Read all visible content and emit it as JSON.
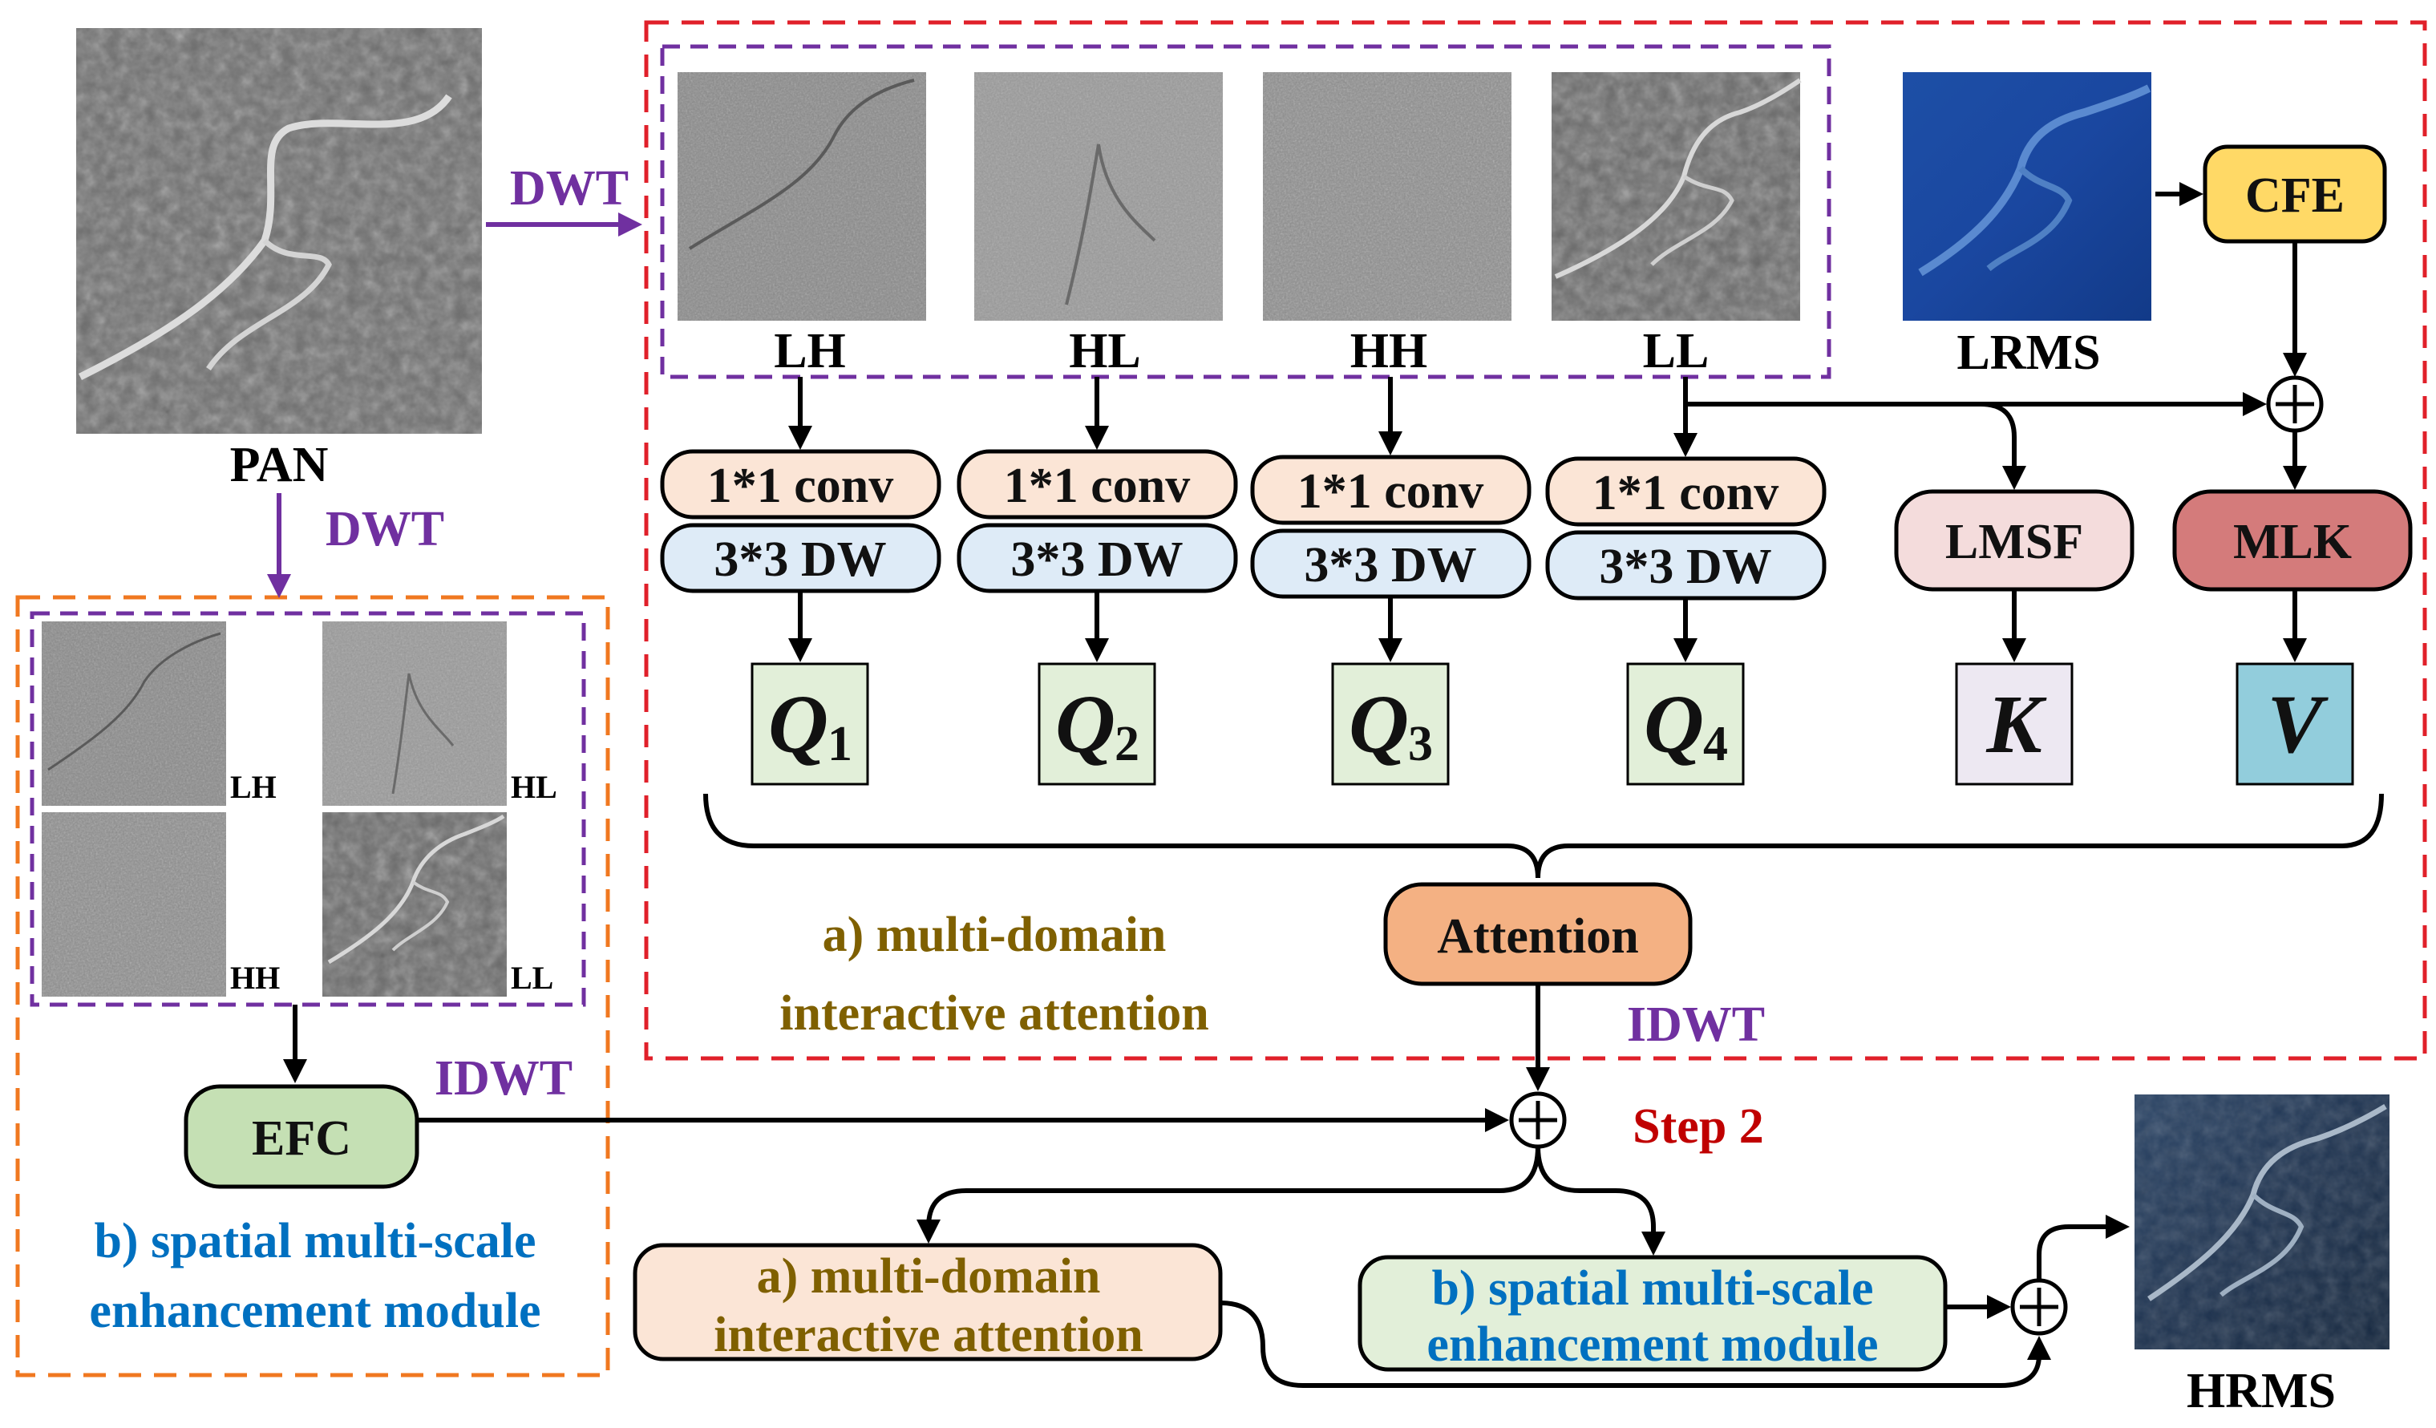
{
  "pan": {
    "label": "PAN"
  },
  "dwt": {
    "top": "DWT",
    "left": "DWT"
  },
  "subbands": [
    "LH",
    "HL",
    "HH",
    "LL"
  ],
  "lrms": {
    "label": "LRMS"
  },
  "cfe": {
    "label": "CFE"
  },
  "conv_labels": [
    "1*1 conv",
    "1*1 conv",
    "1*1 conv",
    "1*1 conv"
  ],
  "dw_labels": [
    "3*3 DW",
    "3*3 DW",
    "3*3 DW",
    "3*3 DW"
  ],
  "lmsf": {
    "label": "LMSF"
  },
  "mlk": {
    "label": "MLK"
  },
  "queries": [
    {
      "main": "Q",
      "sub": "1"
    },
    {
      "main": "Q",
      "sub": "2"
    },
    {
      "main": "Q",
      "sub": "3"
    },
    {
      "main": "Q",
      "sub": "4"
    }
  ],
  "key": "K",
  "value": "V",
  "attention": {
    "label": "Attention"
  },
  "module_a": {
    "line1": "a) multi-domain",
    "line2": "interactive attention"
  },
  "idwt": {
    "attention": "IDWT",
    "efc": "IDWT"
  },
  "efc": {
    "label": "EFC"
  },
  "module_b": {
    "line1": "b) spatial multi-scale",
    "line2": "enhancement module"
  },
  "step2": {
    "label": "Step 2"
  },
  "bottom_a": {
    "line1": "a) multi-domain",
    "line2": "interactive attention"
  },
  "bottom_b": {
    "line1": "b) spatial multi-scale",
    "line2": "enhancement module"
  },
  "hrms": {
    "label": "HRMS"
  },
  "colors": {
    "purple": "#7030a0",
    "red_dash": "#e0202a",
    "orange_dash": "#f07820",
    "conv_fill": "#fbe5d6",
    "dw_fill": "#deebf7",
    "cfe_fill": "#ffd966",
    "lmsf_fill": "#f4dcdc",
    "mlk_fill": "#d47b7b",
    "q_fill": "#e2efd9",
    "k_fill": "#ede8f2",
    "v_fill": "#92cddc",
    "attention_fill": "#f4b183",
    "efc_fill": "#c5e0b4",
    "gold_text": "#7f6000",
    "blue_text": "#0070c0",
    "red_text": "#c00000"
  }
}
